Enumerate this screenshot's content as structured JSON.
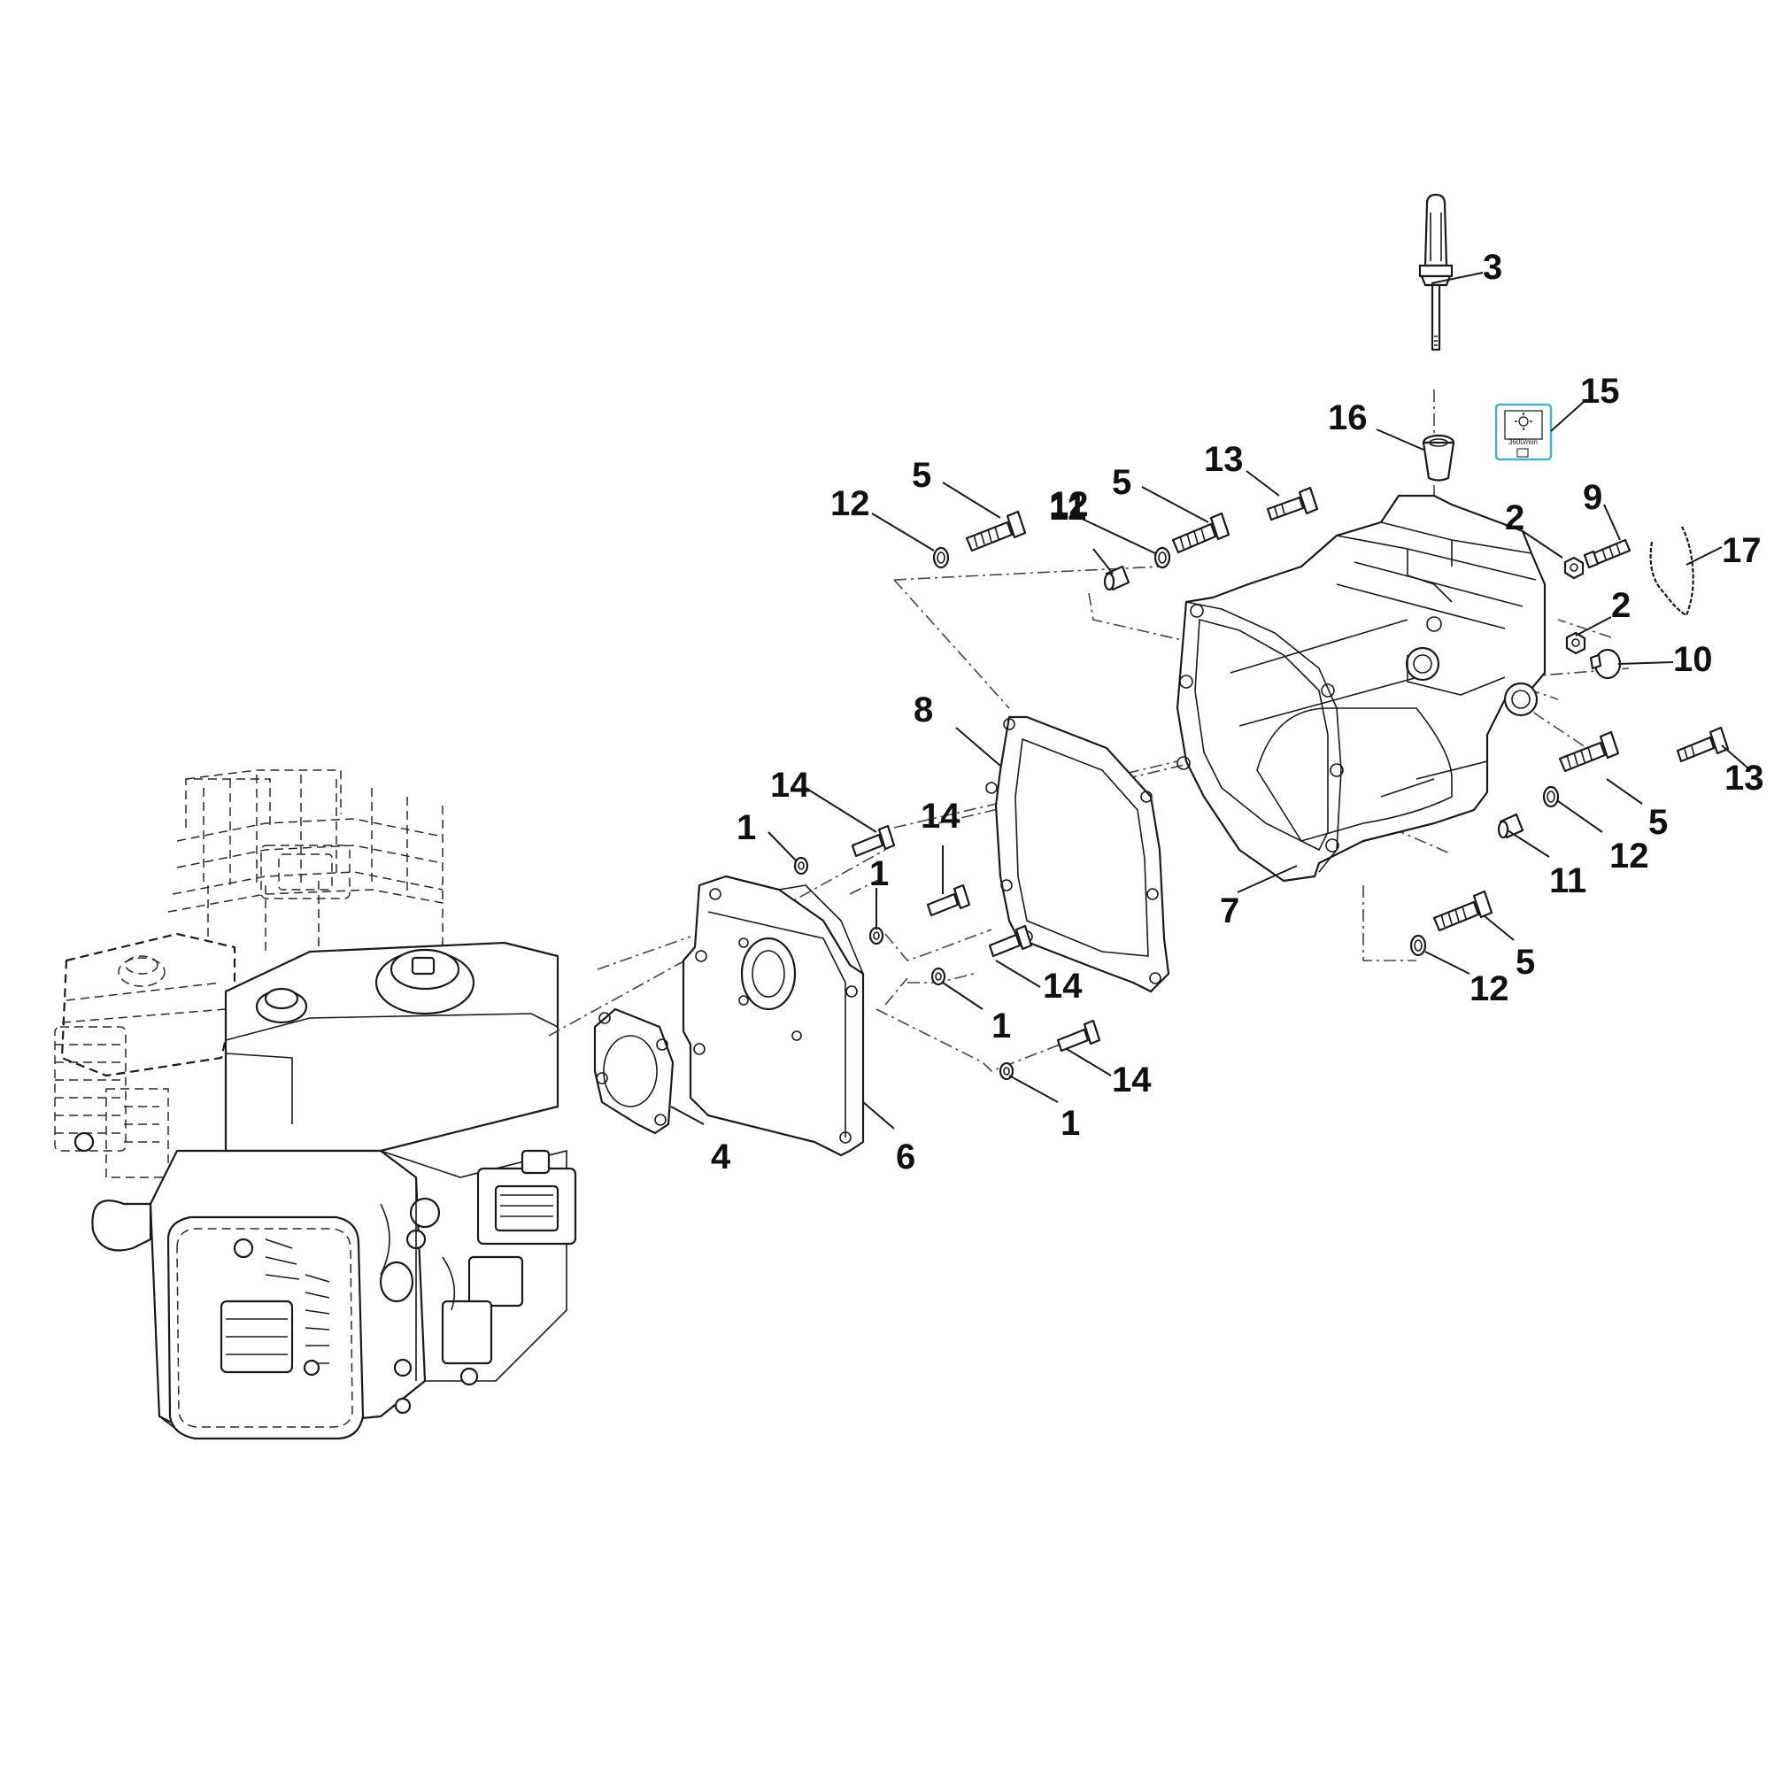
{
  "callouts": [
    "1",
    "1",
    "1",
    "1",
    "2",
    "2",
    "3",
    "4",
    "5",
    "5",
    "5",
    "5",
    "6",
    "7",
    "8",
    "9",
    "10",
    "11",
    "11",
    "12",
    "12",
    "12",
    "12",
    "13",
    "13",
    "14",
    "14",
    "14",
    "14",
    "15",
    "16",
    "17"
  ],
  "decal": {
    "rpm_text": "3600/min",
    "frame_color": "#4bb3c8"
  }
}
